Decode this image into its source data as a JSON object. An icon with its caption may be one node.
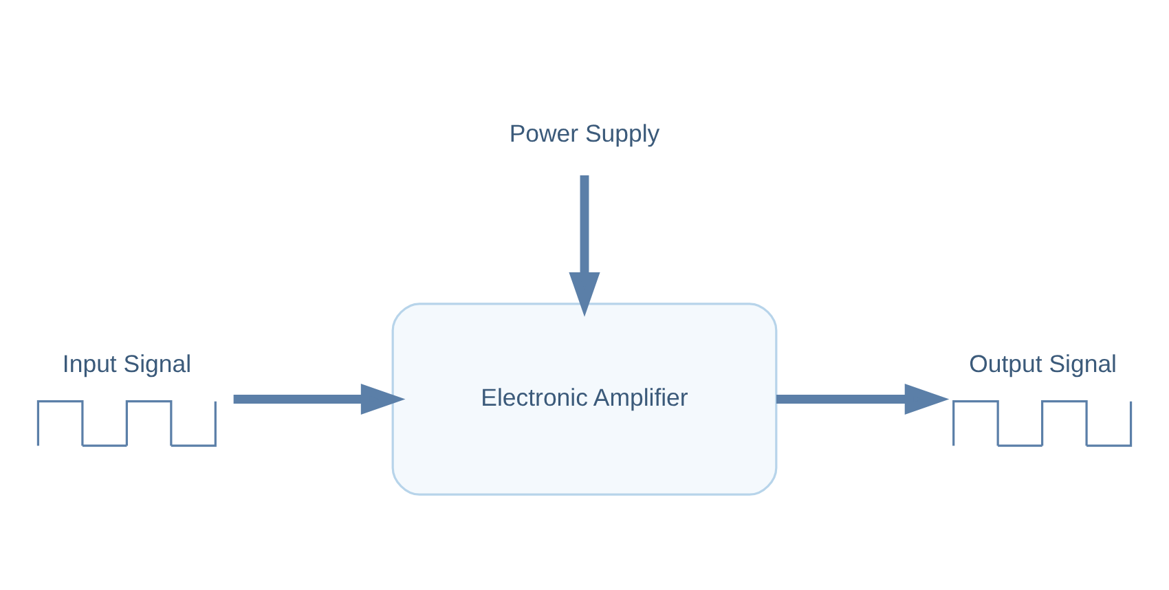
{
  "diagram": {
    "nodes": [
      {
        "text": [
          "Power Supply"
        ]
      },
      {
        "text": [
          "Input Signal"
        ]
      },
      {
        "text": [
          "Electronic Amplifier"
        ]
      },
      {
        "text": [
          "Output Signal"
        ]
      }
    ],
    "edges": [
      {
        "from": 0,
        "to": 2,
        "arrow": "to"
      },
      {
        "from": 1,
        "to": 2,
        "arrow": "to"
      },
      {
        "from": 2,
        "to": 3,
        "arrow": "to"
      }
    ]
  }
}
